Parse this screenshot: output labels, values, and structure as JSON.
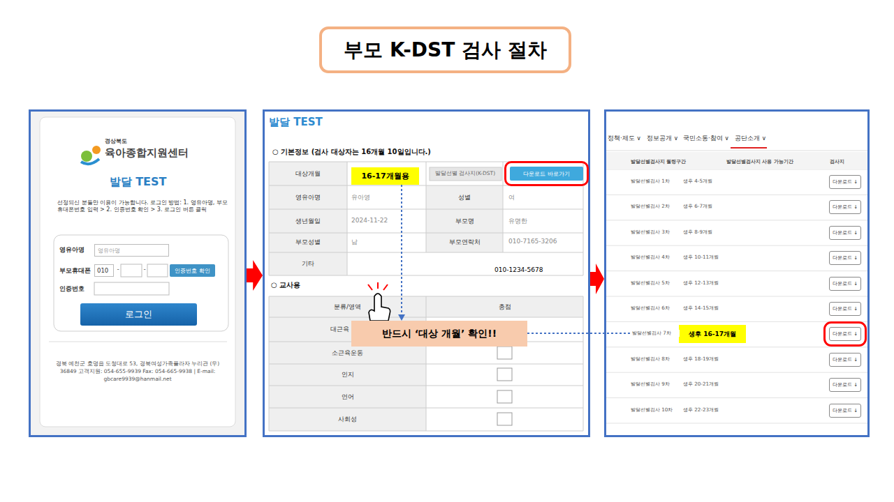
{
  "diagram": {
    "title": "부모 K-DST 검사 절차",
    "nodes": [
      {
        "text": [
          "경상북도",
          "육아종합지원센터",
          "발달 TEST",
          "선정되신 분들만 이용이 가능합니다. 로그인 방법: 1. 영유아명, 부모휴대폰번호 입력 > 2. 인증번호 확인 > 3. 로그인 버튼 클릭",
          "경북 예천군 호명읍 도청대로 53, 경북여성가족플라자 누리관 (우) 36849 고객지원: 054-655-9939 Fax: 054-665-9938 | E-mail: gbcare9939@hanmail.net"
        ]
      },
      {
        "text": [
          "영유아명"
        ],
        "in": 0
      },
      {
        "text": [
          "010"
        ],
        "in": 0
      },
      {
        "text": [
          "인증번호 확인"
        ],
        "in": 0
      },
      {
        "text": [
          "로그인"
        ],
        "in": 0
      },
      {
        "text": [
          "발달 TEST",
          "○ 기본정보 (검사 대상자는 16개월 10일입니다.)",
          "○ 교사용"
        ]
      },
      {
        "text": [
          "16-17개월용"
        ],
        "in": 5
      },
      {
        "text": [
          "다운로드 바로가기"
        ],
        "in": 5
      },
      {
        "text": [
          "반드시 ‘대상 개월’ 확인!!"
        ],
        "in": 5
      },
      {
        "text": [
          "정책·제도 ∨",
          "정보공개 ∨",
          "국민소통·참여 ∨",
          "공단소개 ∨"
        ]
      },
      {
        "text": [
          "다운로드 ↓"
        ],
        "in": 9
      },
      {
        "text": [
          "다운로드 ↓"
        ],
        "in": 9
      },
      {
        "text": [
          "다운로드 ↓"
        ],
        "in": 9
      },
      {
        "text": [
          "다운로드 ↓"
        ],
        "in": 9
      },
      {
        "text": [
          "다운로드 ↓"
        ],
        "in": 9
      },
      {
        "text": [
          "다운로드 ↓"
        ],
        "in": 9
      },
      {
        "text": [
          "생후 16-17개월"
        ],
        "in": 9
      },
      {
        "text": [
          "다운로드 ↓"
        ],
        "in": 9
      },
      {
        "text": [
          "다운로드 ↓"
        ],
        "in": 9
      },
      {
        "text": [
          "다운로드 ↓"
        ],
        "in": 9
      },
      {
        "text": [
          "다운로드 ↓"
        ],
        "in": 9
      }
    ],
    "edges": [
      {
        "from": 0,
        "to": 5,
        "arrow": "to"
      },
      {
        "from": 5,
        "to": 9,
        "arrow": "to"
      },
      {
        "from": 6,
        "to": 8,
        "arrow": "to"
      },
      {
        "from": 8,
        "to": 16,
        "arrow": "to"
      }
    ],
    "labels": [
      "영유아명",
      "부모휴대폰",
      "-",
      "-",
      "인증번호",
      "대상개월",
      "발달선별 검사지(K-DST)",
      "영유아명",
      "유아영",
      "성별",
      "여",
      "생년월일",
      "2024-11-22",
      "부모명",
      "유명한",
      "부모성별",
      "남",
      "부모연락처",
      "010-7165-3206",
      "기타",
      "010-1234-5678",
      "분류/영역",
      "총점",
      "대근육",
      "소근육운동",
      "인지",
      "언어",
      "사회성",
      "발달선별검사지 월령구간",
      "발달선별검사지 사용 가능기간",
      "검사지",
      "발달선별검사 1차",
      "생후 4-5개월",
      "발달선별검사 2차",
      "생후 6-7개월",
      "발달선별검사 3차",
      "생후 8-9개월",
      "발달선별검사 4차",
      "생후 10-11개월",
      "발달선별검사 5차",
      "생후 12-13개월",
      "발달선별검사 6차",
      "생후 14-15개월",
      "발달선별검사 7차",
      "발달선별검사 8차",
      "생후 18-19개월",
      "발달선별검사 9차",
      "생후 20-21개월",
      "발달선별검사 10차",
      "생후 22-23개월"
    ]
  }
}
